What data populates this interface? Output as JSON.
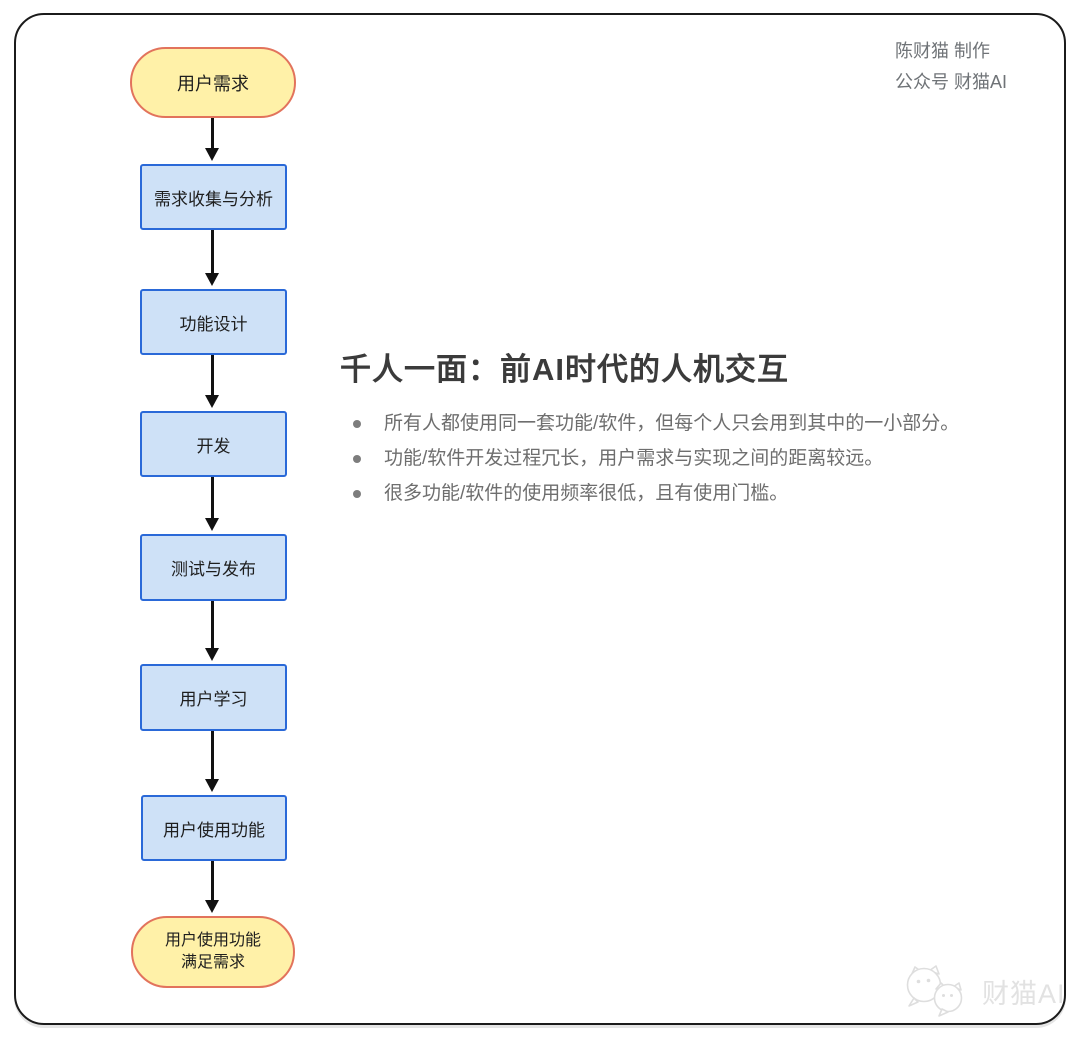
{
  "page": {
    "credits_line1": "陈财猫 制作",
    "credits_line2": "公众号 财猫AI",
    "watermark_text": "财猫AI"
  },
  "flowchart": {
    "nodes": [
      {
        "type": "terminal",
        "label": "用户需求"
      },
      {
        "type": "process",
        "label": "需求收集与分析"
      },
      {
        "type": "process",
        "label": "功能设计"
      },
      {
        "type": "process",
        "label": "开发"
      },
      {
        "type": "process",
        "label": "测试与发布"
      },
      {
        "type": "process",
        "label": "用户学习"
      },
      {
        "type": "process",
        "label": "用户使用功能"
      },
      {
        "type": "terminal",
        "label_line1": "用户使用功能",
        "label_line2": "满足需求"
      }
    ]
  },
  "main": {
    "title": "千人一面：前AI时代的人机交互",
    "bullets": [
      "所有人都使用同一套功能/软件，但每个人只会用到其中的一小部分。",
      "功能/软件开发过程冗长，用户需求与实现之间的距离较远。",
      "很多功能/软件的使用频率很低，且有使用门槛。"
    ]
  },
  "colors": {
    "terminal_fill": "#FFF1A8",
    "terminal_border": "#E2735C",
    "process_fill": "#CEE1F7",
    "process_border": "#2A69D8",
    "arrow": "#111111",
    "title": "#3B3B3B",
    "body_text": "#6E6E6E",
    "credit_text": "#6F7377",
    "watermark": "#E2E2E2"
  }
}
